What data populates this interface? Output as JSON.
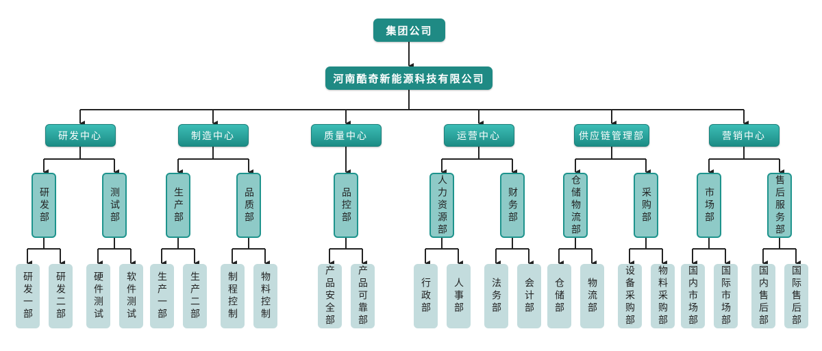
{
  "org": {
    "root": "集团公司",
    "company": "河南酷奇新能源科技有限公司",
    "centers": [
      {
        "label": "研发中心",
        "departments": [
          {
            "label": "研发部",
            "units": [
              "研发一部",
              "研发二部"
            ]
          },
          {
            "label": "测试部",
            "units": [
              "硬件测试",
              "软件测试"
            ]
          }
        ]
      },
      {
        "label": "制造中心",
        "departments": [
          {
            "label": "生产部",
            "units": [
              "生产一部",
              "生产二部"
            ]
          },
          {
            "label": "品质部",
            "units": [
              "制程控制",
              "物料控制"
            ]
          }
        ]
      },
      {
        "label": "质量中心",
        "departments": [
          {
            "label": "品控部",
            "units": [
              "产品安全部",
              "产品可靠部"
            ]
          }
        ]
      },
      {
        "label": "运营中心",
        "departments": [
          {
            "label": "人力资源部",
            "units": [
              "行政部",
              "人事部"
            ]
          },
          {
            "label": "财务部",
            "units": [
              "法务部",
              "会计部"
            ]
          }
        ]
      },
      {
        "label": "供应链管理部",
        "departments": [
          {
            "label": "仓储物流部",
            "units": [
              "仓储部",
              "物流部"
            ]
          },
          {
            "label": "采购部",
            "units": [
              "设备采购部",
              "物料采购部"
            ]
          }
        ]
      },
      {
        "label": "营销中心",
        "departments": [
          {
            "label": "市场部",
            "units": [
              "国内市场部",
              "国际市场部"
            ]
          },
          {
            "label": "售后服务部",
            "units": [
              "国内售后部",
              "国际售后部"
            ]
          }
        ]
      }
    ]
  },
  "colors": {
    "top_box": "#1f8a84",
    "center_box_top": "#3cbdb6",
    "center_box_bottom": "#1c8c85",
    "dept_fill": "#8ecac7",
    "dept_border": "#1d938c",
    "leaf_fill": "#c3dcdd",
    "connector": "#222222"
  }
}
